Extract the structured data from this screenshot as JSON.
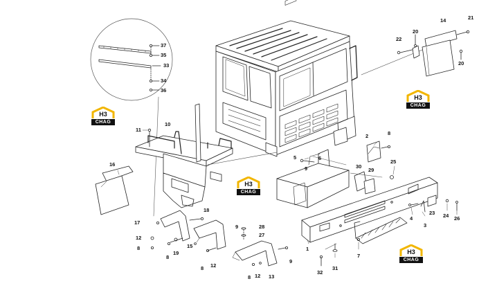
{
  "brand": {
    "logo_mark": "H3",
    "logo_text": "CHAG",
    "accent": "#f2b600"
  },
  "labels": {
    "l37": "37",
    "l35": "35",
    "l33": "33",
    "l34": "34",
    "l36": "36",
    "l22": "22",
    "l20a": "20",
    "l14": "14",
    "l21": "21",
    "l20b": "20",
    "l11": "11",
    "l10": "10",
    "l16": "16",
    "l2": "2",
    "l8a": "8",
    "l5": "5",
    "l6": "6",
    "l9a": "9",
    "l30": "30",
    "l29": "29",
    "l25": "25",
    "l23": "23",
    "l24": "24",
    "l26": "26",
    "l4": "4",
    "l3": "3",
    "l17": "17",
    "l18": "18",
    "l12a": "12",
    "l8b": "8",
    "l19": "19",
    "l15": "15",
    "l8c": "8",
    "l12b": "12",
    "l9b": "9",
    "l28": "28",
    "l27": "27",
    "l9c": "9",
    "l8d": "8",
    "l12c": "12",
    "l13": "13",
    "l1": "1",
    "l7": "7",
    "l31": "31",
    "l32": "32"
  }
}
